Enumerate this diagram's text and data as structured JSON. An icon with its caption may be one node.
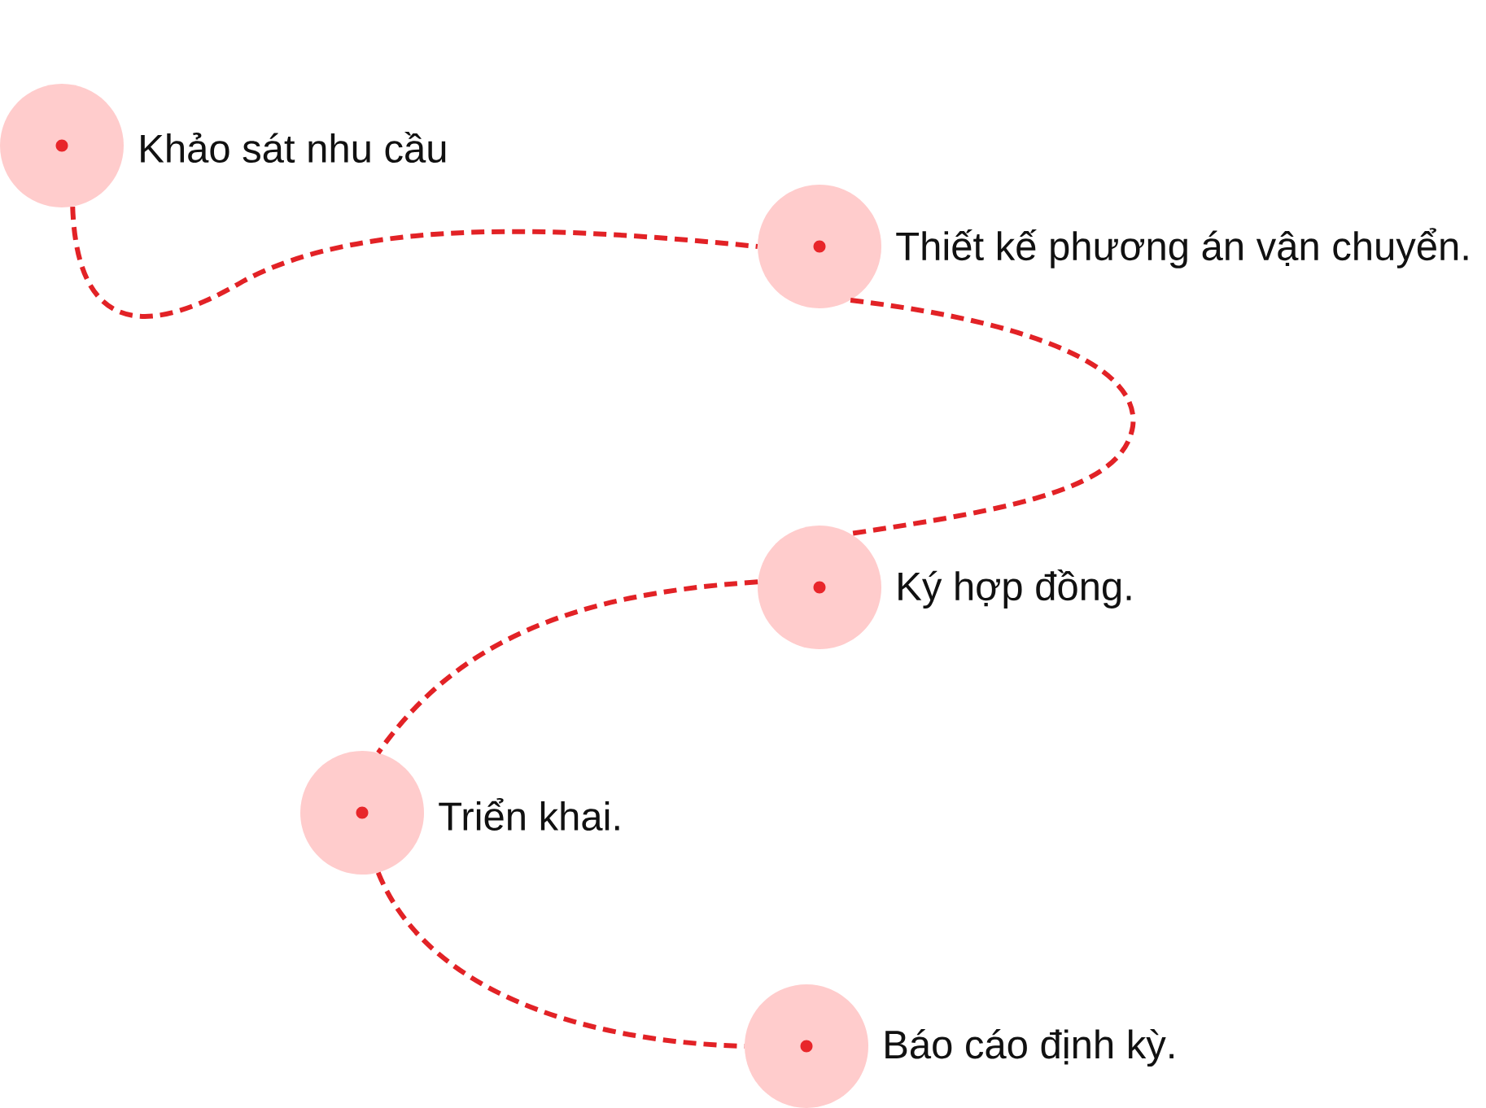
{
  "diagram": {
    "nodes": [
      {
        "text": [
          "Khảo sát nhu cầu"
        ]
      },
      {
        "text": [
          "Thiết kế phương án vận chuyển."
        ]
      },
      {
        "text": [
          "Ký hợp đồng."
        ]
      },
      {
        "text": [
          "Triển khai."
        ]
      },
      {
        "text": [
          "Báo cáo định kỳ."
        ]
      }
    ],
    "edges": [
      {
        "from": 0,
        "to": 1,
        "arrow": "none",
        "style": "dashed"
      },
      {
        "from": 1,
        "to": 2,
        "arrow": "none",
        "style": "dashed"
      },
      {
        "from": 2,
        "to": 3,
        "arrow": "none",
        "style": "dashed"
      },
      {
        "from": 3,
        "to": 4,
        "arrow": "none",
        "style": "dashed"
      }
    ]
  }
}
